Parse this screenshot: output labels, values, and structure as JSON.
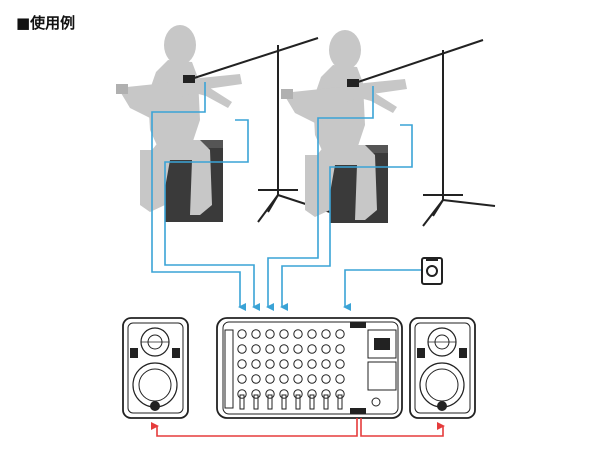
{
  "title": "■使用例",
  "colors": {
    "signal": "#3aa3d6",
    "speaker_out": "#e53b3b",
    "silhouette": "#c7c7c7",
    "seat": "#3a3a3a",
    "equipment": "#ffffff"
  },
  "nodes": [
    {
      "name": "performer-1",
      "icon": "guitarist-silhouette"
    },
    {
      "name": "performer-2",
      "icon": "guitarist-silhouette"
    },
    {
      "name": "mic-stand-1",
      "icon": "boom-mic-stand"
    },
    {
      "name": "mic-stand-2",
      "icon": "boom-mic-stand"
    },
    {
      "name": "external-source",
      "icon": "audio-source-device"
    },
    {
      "name": "speaker-left",
      "icon": "pa-speaker"
    },
    {
      "name": "speaker-right",
      "icon": "pa-speaker"
    },
    {
      "name": "mixer",
      "icon": "powered-mixer"
    }
  ],
  "connections": [
    {
      "from": "mic-stand-1",
      "to": "mixer",
      "type": "signal"
    },
    {
      "from": "performer-1-guitar",
      "to": "mixer",
      "type": "signal"
    },
    {
      "from": "mic-stand-2",
      "to": "mixer",
      "type": "signal"
    },
    {
      "from": "performer-2-guitar",
      "to": "mixer",
      "type": "signal"
    },
    {
      "from": "external-source",
      "to": "mixer",
      "type": "signal"
    },
    {
      "from": "mixer",
      "to": "speaker-left",
      "type": "speaker_out"
    },
    {
      "from": "mixer",
      "to": "speaker-right",
      "type": "speaker_out"
    }
  ]
}
